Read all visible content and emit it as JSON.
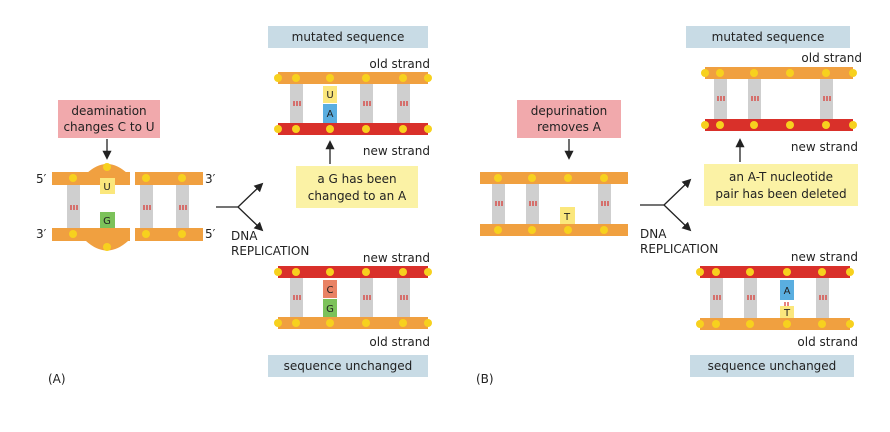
{
  "colors": {
    "old_strand": "#f0a040",
    "new_strand": "#d9302a",
    "rung_gray": "#cfcfcf",
    "nucleotide": "#f7d11e",
    "pink_box": "#f1a9ac",
    "blue_box": "#c8dbe5",
    "yellow_box": "#fbf2a5",
    "base_U": "#fbe77c",
    "base_A": "#5aaee0",
    "base_G": "#7cc25a",
    "base_C": "#e98264",
    "base_T": "#fbe77c"
  },
  "panel_a": {
    "id": "(A)",
    "cause": [
      "deamination",
      "changes C to U"
    ],
    "damaged_bases": {
      "top": "U",
      "bottom": "G"
    },
    "ends": {
      "top_left": "5′",
      "top_right": "3′",
      "bottom_left": "3′",
      "bottom_right": "5′"
    },
    "process": [
      "DNA",
      "REPLICATION"
    ],
    "mutated_label": "mutated sequence",
    "mutated_old_label": "old strand",
    "mutated_new_label": "new strand",
    "mutated_pair": {
      "top": "U",
      "bottom": "A"
    },
    "mutated_note": [
      "a G has been",
      "changed to an A"
    ],
    "unchanged_new_label": "new strand",
    "unchanged_old_label": "old strand",
    "unchanged_pair": {
      "top": "C",
      "bottom": "G"
    },
    "unchanged_label": "sequence unchanged"
  },
  "panel_b": {
    "id": "(B)",
    "cause": [
      "depurination",
      "removes A"
    ],
    "damaged_base": "T",
    "process": [
      "DNA",
      "REPLICATION"
    ],
    "mutated_label": "mutated sequence",
    "mutated_old_label": "old strand",
    "mutated_new_label": "new strand",
    "mutated_note": [
      "an A-T nucleotide",
      "pair has been deleted"
    ],
    "unchanged_new_label": "new strand",
    "unchanged_old_label": "old strand",
    "unchanged_pair": {
      "top": "A",
      "bottom": "T"
    },
    "unchanged_label": "sequence unchanged"
  }
}
